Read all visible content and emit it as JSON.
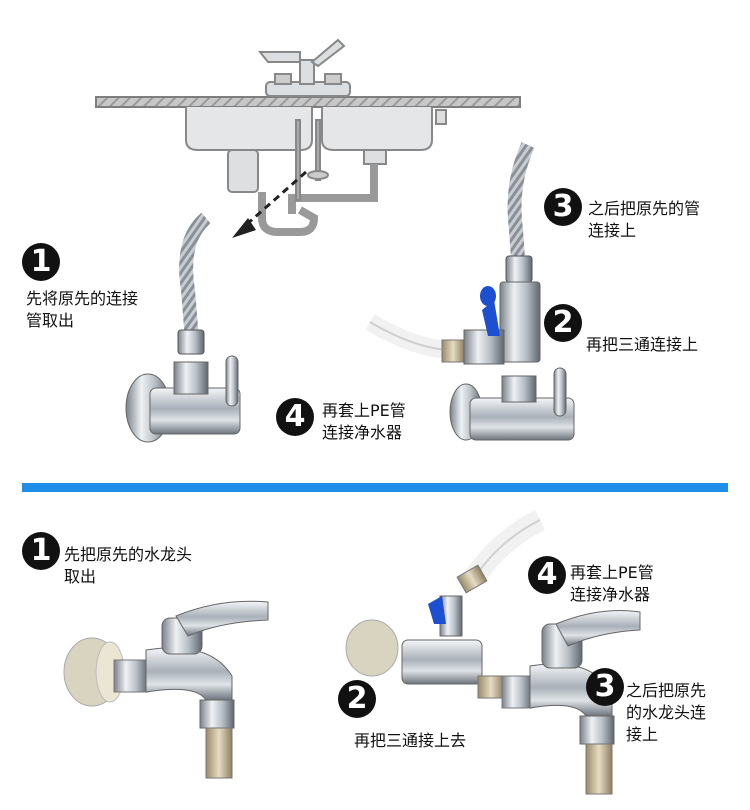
{
  "colors": {
    "divider": "#1f8ee6",
    "badge": "#111111",
    "pipe_blue": "#1c4fd1"
  },
  "top": {
    "step1": {
      "num": "1",
      "text": "先将原先的连接\n管取出"
    },
    "step2": {
      "num": "2",
      "text": "再把三通连接上"
    },
    "step3": {
      "num": "3",
      "text": "之后把原先的管\n连接上"
    },
    "step4": {
      "num": "4",
      "text": "再套上PE管\n连接净水器"
    }
  },
  "bottom": {
    "step1": {
      "num": "1",
      "text": "先把原先的水龙头\n取出"
    },
    "step2": {
      "num": "2",
      "text": "再把三通接上去"
    },
    "step3": {
      "num": "3",
      "text": "之后把原先\n的水龙头连\n接上"
    },
    "step4": {
      "num": "4",
      "text": "再套上PE管\n连接净水器"
    }
  }
}
